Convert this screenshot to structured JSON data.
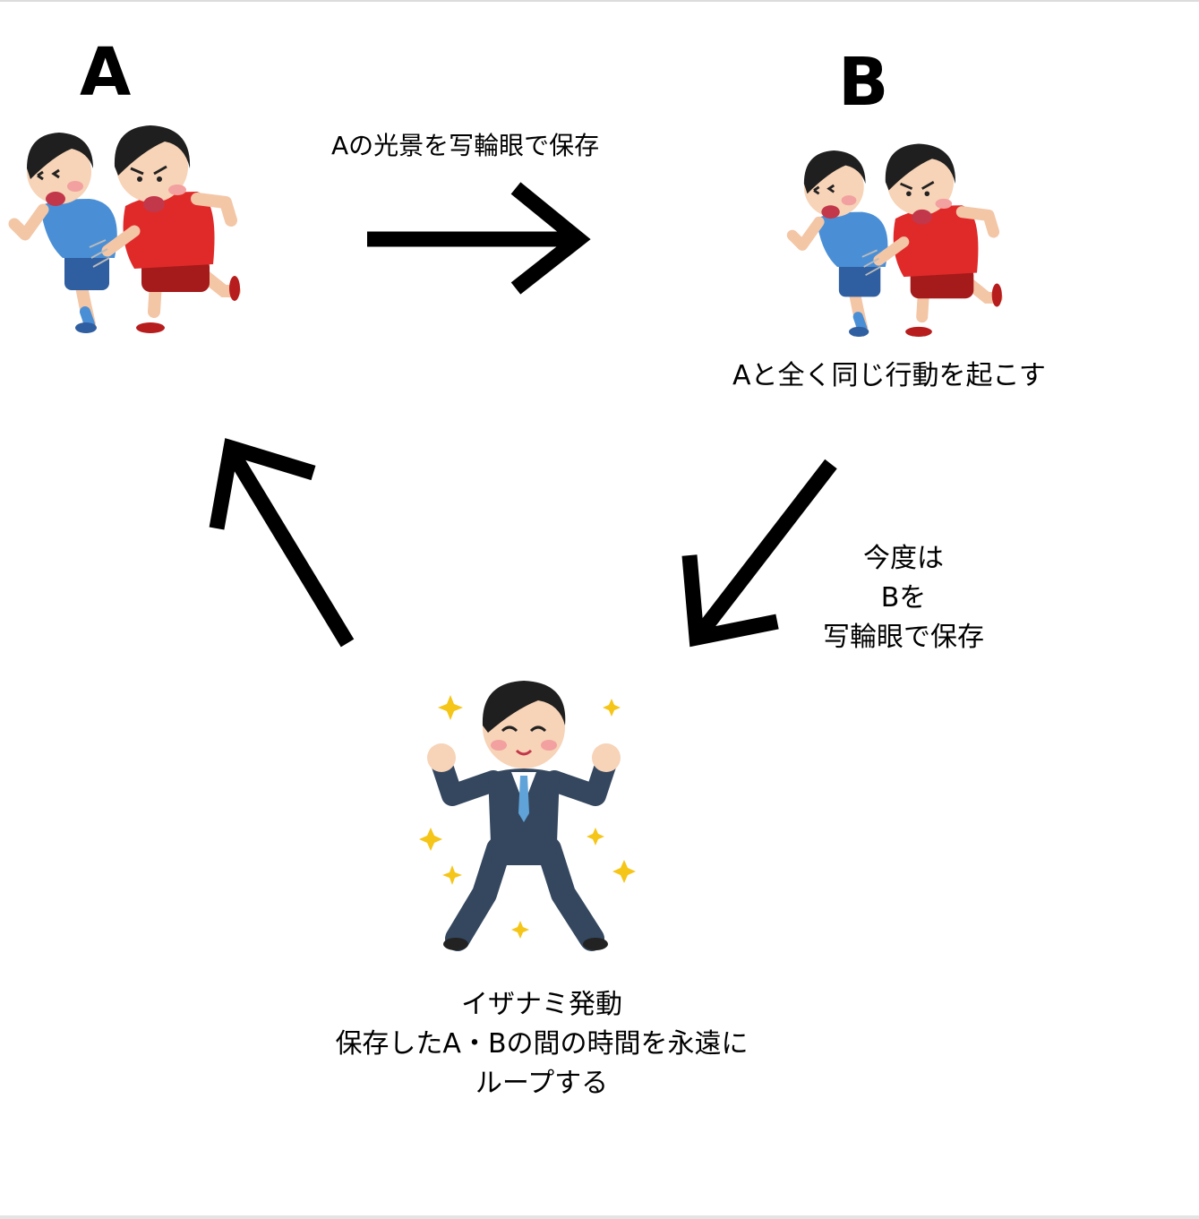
{
  "labels": {
    "a": "A",
    "b": "B"
  },
  "captions": {
    "save_a": "Aの光景を写輪眼で保存",
    "same_action": "Aと全く同じ行動を起こす",
    "save_b": [
      "今度は",
      "Bを",
      "写輪眼で保存"
    ],
    "izanami": [
      "イザナミ発動",
      "保存したA・Bの間の時間を永遠に",
      "ループする"
    ]
  },
  "colors": {
    "arrow": "#000000",
    "blue_shirt": "#4a8fd6",
    "red_shirt": "#e02a2a",
    "suit": "#34475f",
    "tie": "#5fa3d8",
    "sparkle": "#f5c518"
  },
  "icons": [
    "boys-running-illustration",
    "businessman-happy-illustration",
    "sparkle-icon"
  ]
}
